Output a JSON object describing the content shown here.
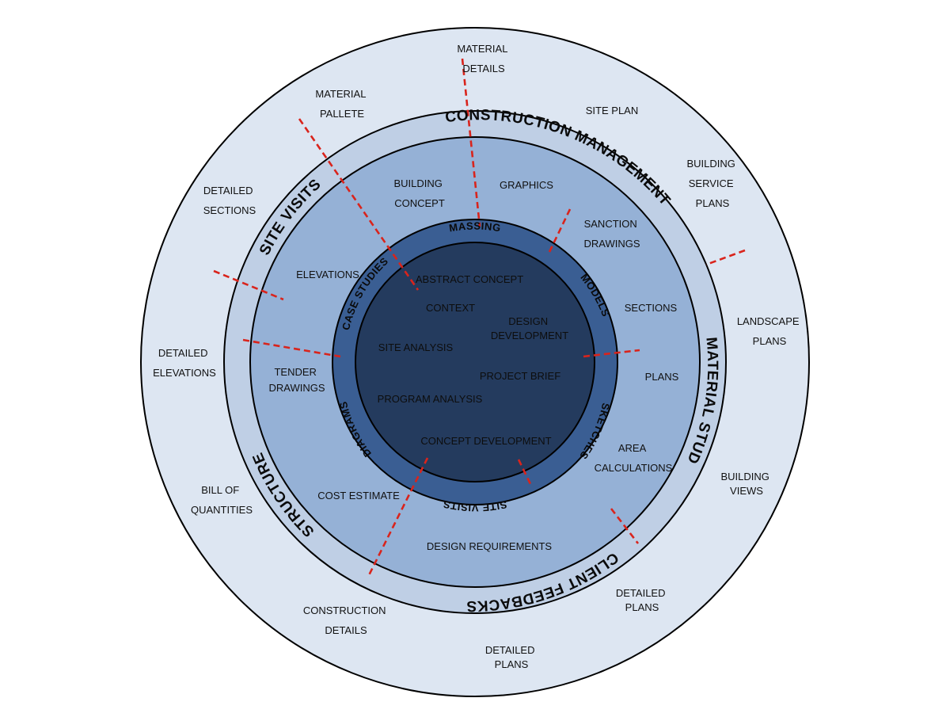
{
  "colors": {
    "outer_ring": "#dde6f2",
    "band": "#bfcfe5",
    "middle_ring": "#95b1d6",
    "inner_band": "#3a5e93",
    "core": "#243b5e",
    "divider": "#d9241c"
  },
  "band_labels": {
    "construction_management": "CONSTRUCTION MANAGEMENT",
    "material_study": "MATERIAL STUDY",
    "client_feedbacks": "CLIENT FEEDBACKS",
    "structure": "STRUCTURE",
    "site_visits": "SITE VISITS"
  },
  "inner_band_labels": {
    "massing": "MASSING",
    "models": "MODELS",
    "sketches": "SKETCHES",
    "site_visits": "SITE VISITS",
    "diagrams": "DIAGRAMS",
    "case_studies": "CASE STUDIES"
  },
  "outer_items": {
    "material_details": [
      "MATERIAL",
      "DETAILS"
    ],
    "material_pallete": [
      "MATERIAL",
      "PALLETE"
    ],
    "site_plan": [
      "SITE PLAN"
    ],
    "building_service_plans": [
      "BUILDING",
      "SERVICE",
      "PLANS"
    ],
    "detailed_sections": [
      "DETAILED",
      "SECTIONS"
    ],
    "landscape_plans": [
      "LANDSCAPE",
      "PLANS"
    ],
    "detailed_elevations": [
      "DETAILED",
      "ELEVATIONS"
    ],
    "building_views": [
      "BUILDING",
      "VIEWS"
    ],
    "bill_of_quantities": [
      "BILL OF",
      "QUANTITIES"
    ],
    "detailed_plans_right": [
      "DETAILED",
      "PLANS"
    ],
    "construction_details": [
      "CONSTRUCTION",
      "DETAILS"
    ],
    "detailed_plans_bottom": [
      "DETAILED",
      "PLANS"
    ]
  },
  "middle_items": {
    "building_concept": [
      "BUILDING",
      "CONCEPT"
    ],
    "graphics": [
      "GRAPHICS"
    ],
    "sanction_drawings": [
      "SANCTION",
      "DRAWINGS"
    ],
    "elevations": [
      "ELEVATIONS"
    ],
    "sections": [
      "SECTIONS"
    ],
    "tender_drawings": [
      "TENDER",
      "DRAWINGS"
    ],
    "plans": [
      "PLANS"
    ],
    "area_calculations": [
      "AREA",
      "CALCULATIONS"
    ],
    "cost_estimate": [
      "COST ESTIMATE"
    ],
    "design_requirements": [
      "DESIGN REQUIREMENTS"
    ]
  },
  "core_items": {
    "abstract_concept": [
      "ABSTRACT CONCEPT"
    ],
    "context": [
      "CONTEXT"
    ],
    "design_development": [
      "DESIGN",
      "DEVELOPMENT"
    ],
    "site_analysis": [
      "SITE ANALYSIS"
    ],
    "project_brief": [
      "PROJECT BRIEF"
    ],
    "program_analysis": [
      "PROGRAM ANALYSIS"
    ],
    "concept_development": [
      "CONCEPT DEVELOPMENT"
    ]
  }
}
